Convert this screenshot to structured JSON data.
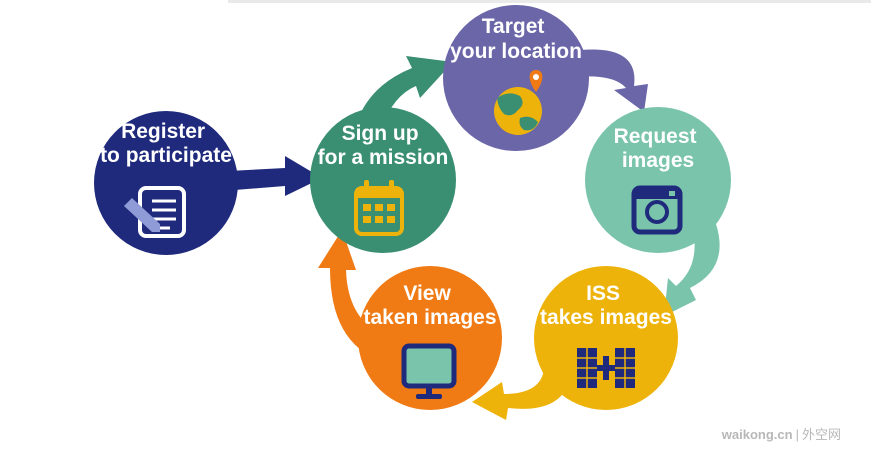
{
  "colors": {
    "register": "#1f2a7c",
    "signup": "#3a8f72",
    "target": "#6a66a8",
    "request": "#7ac4ab",
    "iss": "#eeb30a",
    "view": "#f07a14",
    "icon_gold": "#eeb30a",
    "icon_navy": "#1f2a7c"
  },
  "steps": {
    "register": {
      "line1": "Register",
      "line2": "to participate",
      "icon": "clipboard-pen-icon"
    },
    "signup": {
      "line1": "Sign up",
      "line2": "for a mission",
      "icon": "calendar-icon"
    },
    "target": {
      "line1": "Target",
      "line2": "your location",
      "icon": "globe-pin-icon"
    },
    "request": {
      "line1": "Request",
      "line2": "images",
      "icon": "camera-icon"
    },
    "iss": {
      "line1": "ISS",
      "line2": "takes images",
      "icon": "space-station-icon"
    },
    "view": {
      "line1": "View",
      "line2": "taken images",
      "icon": "monitor-icon"
    }
  },
  "watermark": {
    "domain": "waikong.cn",
    "separator": "|",
    "name": "外空网"
  }
}
